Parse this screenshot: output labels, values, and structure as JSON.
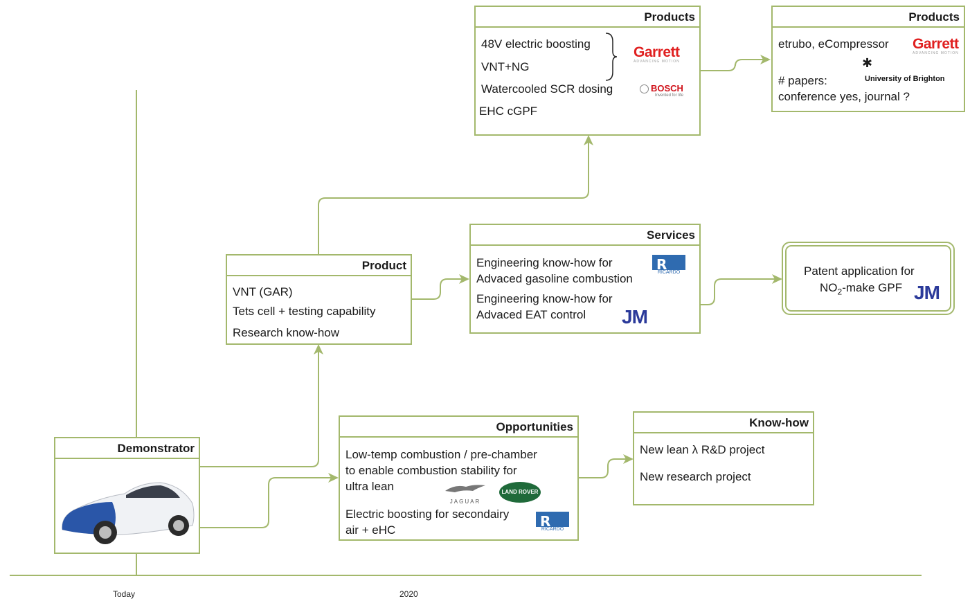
{
  "timeline": {
    "start_label": "Today",
    "mid_label": "2020"
  },
  "demonstrator": {
    "title": "Demonstrator"
  },
  "product": {
    "title": "Product",
    "items": [
      "VNT (GAR)",
      "Tets cell + testing capability",
      "Research know-how"
    ]
  },
  "products_left": {
    "title": "Products",
    "items": [
      "48V electric boosting",
      "VNT+NG",
      "Watercooled SCR dosing",
      "EHC cGPF"
    ],
    "logos": {
      "garrett": "Garrett",
      "garrett_tag": "ADVANCING MOTION",
      "bosch": "BOSCH",
      "bosch_tag": "Invented for life"
    }
  },
  "products_right": {
    "title": "Products",
    "line1": "etrubo, eCompressor",
    "line2": "# papers:",
    "line3": "conference yes, journal ?",
    "logos": {
      "garrett": "Garrett",
      "garrett_tag": "ADVANCING MOTION",
      "uob": "University of Brighton"
    }
  },
  "services": {
    "title": "Services",
    "items": [
      "Engineering know-how for",
      "Advaced gasoline combustion",
      "Engineering know-how for",
      "Advaced EAT control"
    ],
    "logos": {
      "ricardo": "RICARDO",
      "jm": "JM"
    }
  },
  "patent": {
    "line1": "Patent application for",
    "line2": "NO",
    "line2_sub": "2",
    "line2_rest": "-make GPF",
    "logo": "JM"
  },
  "opportunities": {
    "title": "Opportunities",
    "items": [
      "Low-temp combustion / pre-chamber",
      "to enable combustion stability for",
      "ultra lean",
      "Electric boosting for secondairy",
      "air + eHC"
    ],
    "logos": {
      "jaguar": "JAGUAR",
      "landrover": "LAND ROVER",
      "ricardo": "RICARDO"
    }
  },
  "knowhow": {
    "title": "Know-how",
    "items": [
      "New lean λ R&D project",
      "New research project"
    ]
  }
}
